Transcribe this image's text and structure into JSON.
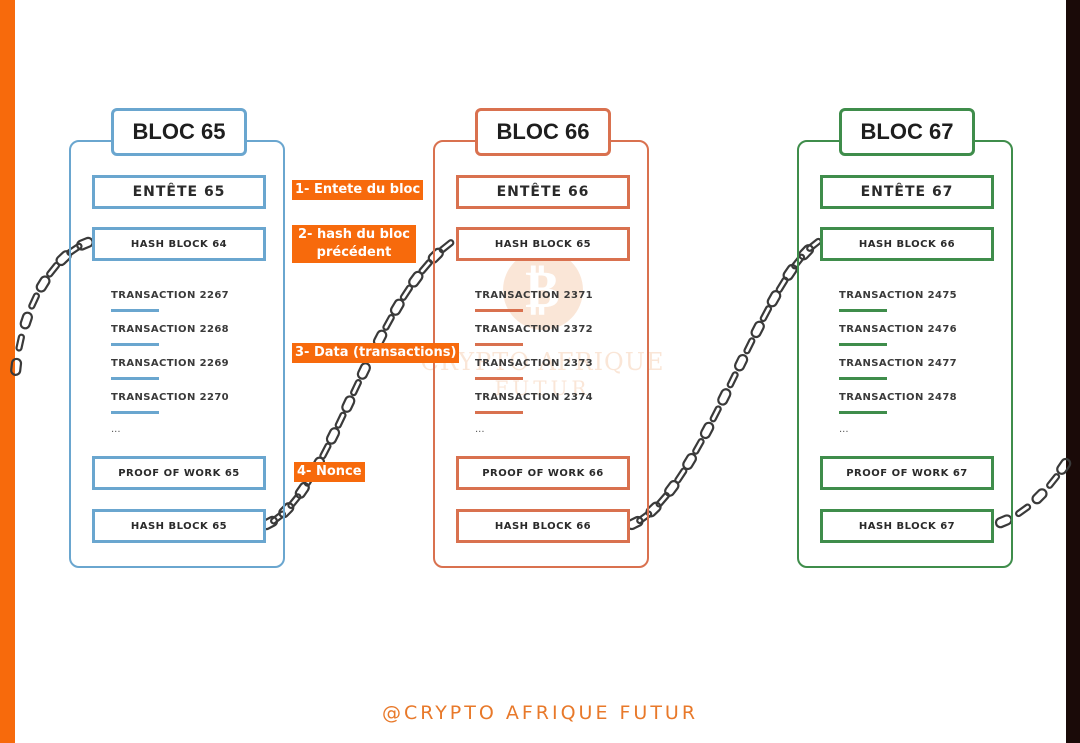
{
  "blocks": [
    {
      "title": "BLOC 65",
      "header": "ENTÊTE 65",
      "prev_hash": "HASH BLOCK 64",
      "transactions": [
        "TRANSACTION 2267",
        "TRANSACTION 2268",
        "TRANSACTION 2269",
        "TRANSACTION 2270"
      ],
      "ellipsis": "...",
      "proof_of_work": "PROOF OF WORK 65",
      "hash": "HASH BLOCK 65",
      "color": "#6aa6cf"
    },
    {
      "title": "BLOC 66",
      "header": "ENTÊTE 66",
      "prev_hash": "HASH BLOCK 65",
      "transactions": [
        "TRANSACTION 2371",
        "TRANSACTION 2372",
        "TRANSACTION 2373",
        "TRANSACTION 2374"
      ],
      "ellipsis": "...",
      "proof_of_work": "PROOF OF WORK 66",
      "hash": "HASH BLOCK 66",
      "color": "#d9714f"
    },
    {
      "title": "BLOC 67",
      "header": "ENTÊTE 67",
      "prev_hash": "HASH BLOCK 66",
      "transactions": [
        "TRANSACTION 2475",
        "TRANSACTION 2476",
        "TRANSACTION 2477",
        "TRANSACTION 2478"
      ],
      "ellipsis": "...",
      "proof_of_work": "PROOF OF WORK 67",
      "hash": "HASH BLOCK 67",
      "color": "#3f8d4b"
    }
  ],
  "callouts": {
    "header": "1- Entete du bloc",
    "prev_hash": "2- hash du bloc précédent",
    "data": "3- Data (transactions)",
    "nonce": "4- Nonce"
  },
  "watermark": {
    "line1": "CRYPTO AFRIQUE",
    "line2": "FUTUR",
    "coin_symbol": "₿"
  },
  "footer": {
    "credit": "@CRYPTO AFRIQUE FUTUR"
  },
  "colors": {
    "accent": "#f76a0c",
    "chain": "#3a3a3a"
  }
}
